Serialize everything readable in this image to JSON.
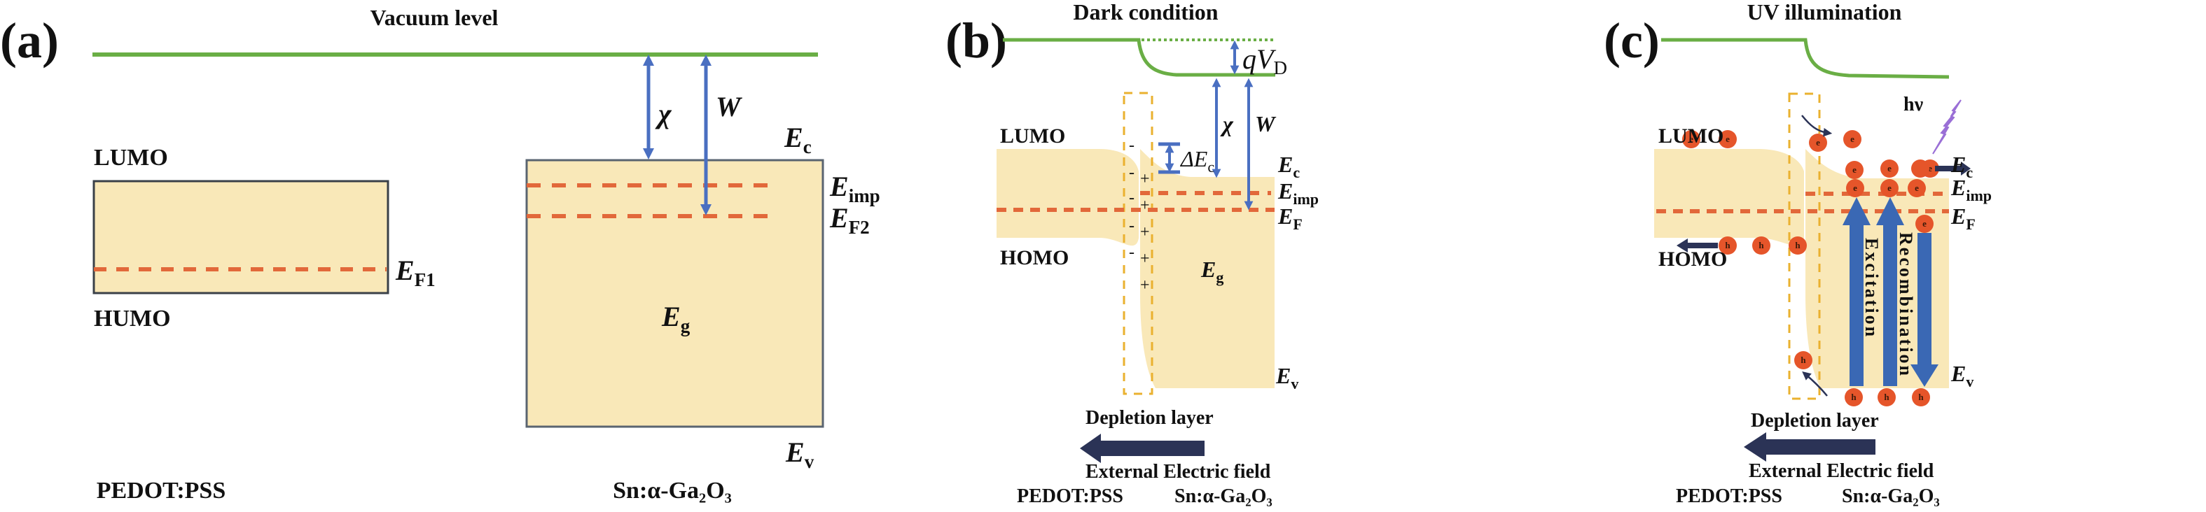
{
  "figure": {
    "panels": [
      {
        "id": "a",
        "label": "(a)",
        "title": "Vacuum level",
        "left_material": "PEDOT:PSS",
        "right_material": "Sn:α-Ga₂O₃",
        "levels_left": {
          "top": "LUMO",
          "bottom": "HUMO",
          "fermi": "E",
          "fermi_sub": "F1"
        },
        "levels_right": {
          "ec": "E",
          "ec_sub": "c",
          "imp": "E",
          "imp_sub": "imp",
          "fermi": "E",
          "fermi_sub": "F2",
          "gap": "E",
          "gap_sub": "g",
          "ev": "E",
          "ev_sub": "v"
        },
        "arrows": {
          "chi": "χ",
          "work": "W"
        }
      },
      {
        "id": "b",
        "label": "(b)",
        "title": "Dark condition",
        "left_material": "PEDOT:PSS",
        "right_material": "Sn:α-Ga₂O₃",
        "levels_left": {
          "top": "LUMO",
          "bottom": "HOMO"
        },
        "levels_right": {
          "ec": "E",
          "ec_sub": "c",
          "imp": "E",
          "imp_sub": "imp",
          "fermi": "E",
          "fermi_sub": "F",
          "gap": "E",
          "gap_sub": "g",
          "ev": "E",
          "ev_sub": "v"
        },
        "arrows": {
          "chi": "χ",
          "work": "W",
          "built_in": "qV",
          "built_in_sub": "D",
          "offset": "ΔE",
          "offset_sub": "c"
        },
        "charges": {
          "negative": "-",
          "positive": "+"
        },
        "depletion_label": "Depletion layer",
        "field_label": "External Electric field"
      },
      {
        "id": "c",
        "label": "(c)",
        "title": "UV illumination",
        "left_material": "PEDOT:PSS",
        "right_material": "Sn:α-Ga₂O₃",
        "levels_left": {
          "top": "LUMO",
          "bottom": "HOMO"
        },
        "levels_right": {
          "ec": "E",
          "ec_sub": "c",
          "imp": "E",
          "imp_sub": "imp",
          "fermi": "E",
          "fermi_sub": "F",
          "ev": "E",
          "ev_sub": "v"
        },
        "photon": "hν",
        "excitation_label": "Excitation",
        "recombination_label": "Recombination",
        "electron_symbol": "e",
        "hole_symbol": "h",
        "depletion_label": "Depletion layer",
        "field_label": "External Electric field"
      }
    ],
    "colors": {
      "vacuum": "#6aae45",
      "band": "#f9e8b8",
      "band_edge": "#5a6470",
      "fermi": "#e2683a",
      "arrow": "#4a6fc1",
      "depletion_box": "#eab12f",
      "charge": "#d8282a",
      "carrier": "#e5552a",
      "field_arrow": "#2b3356",
      "photon": "#9a6fd6",
      "process_arrow": "#3a68b4"
    }
  }
}
